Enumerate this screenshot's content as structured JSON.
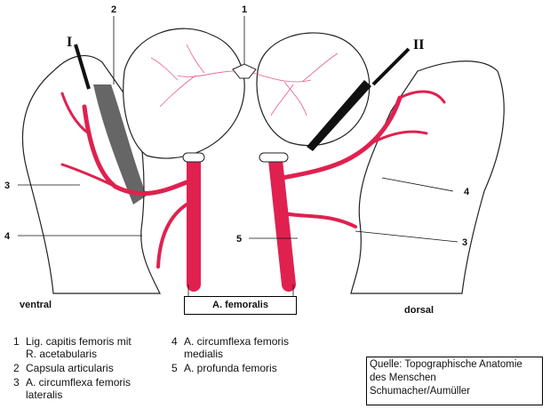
{
  "diagram": {
    "labels": {
      "n1": "1",
      "n2": "2",
      "rI": "I",
      "rII": "II",
      "left3": "3",
      "left4": "4",
      "mid5": "5",
      "right4": "4",
      "right3": "3",
      "ventral": "ventral",
      "dorsal": "dorsal",
      "femoralis": "A. femoralis"
    },
    "colors": {
      "artery": "#e0214f",
      "capillary": "#e85c8a",
      "outline": "#222222"
    }
  },
  "legend": [
    {
      "num": "1",
      "lines": [
        "Lig. capitis femoris mit",
        "R. acetabularis"
      ]
    },
    {
      "num": "2",
      "lines": [
        "Capsula articularis"
      ]
    },
    {
      "num": "3",
      "lines": [
        "A. circumflexa femoris",
        "lateralis"
      ]
    },
    {
      "num": "4",
      "lines": [
        "A. circumflexa femoris",
        "medialis"
      ]
    },
    {
      "num": "5",
      "lines": [
        "A. profunda femoris"
      ]
    }
  ],
  "source": {
    "lines": [
      "Quelle: Topographische Anatomie",
      "des Menschen",
      "Schumacher/Aumüller"
    ]
  }
}
